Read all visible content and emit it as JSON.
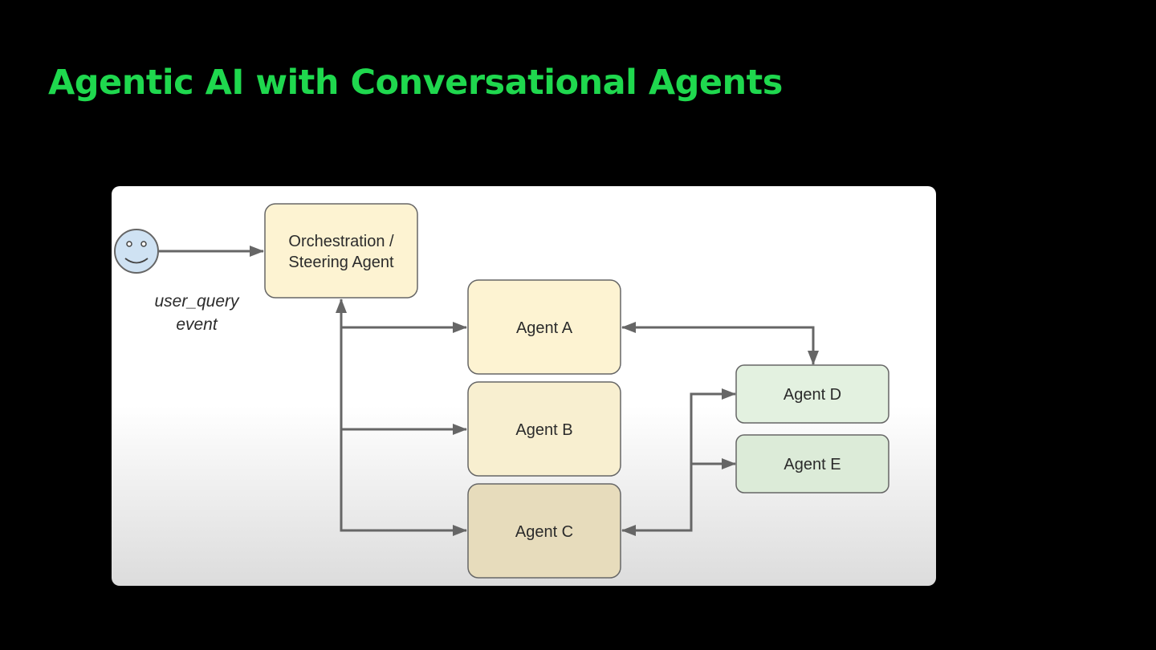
{
  "slide": {
    "title": "Agentic AI with Conversational Agents"
  },
  "diagram": {
    "user": {
      "icon": "smiley-user-icon",
      "label_line1": "user_query",
      "label_line2": "event"
    },
    "orchestrator": {
      "line1": "Orchestration /",
      "line2": "Steering Agent"
    },
    "agents": {
      "a": "Agent A",
      "b": "Agent B",
      "c": "Agent C",
      "d": "Agent D",
      "e": "Agent E"
    }
  },
  "colors": {
    "title": "#1fd84e",
    "panel_top": "#ffffff",
    "panel_bottom": "#dcdcdc",
    "yellow_box": "#fdf3d2",
    "yellow_box_dark": "#e7dcbc",
    "green_box": "#dcebd8",
    "box_border": "#666666",
    "arrow": "#666666",
    "user_face": "#cfe2f3"
  }
}
